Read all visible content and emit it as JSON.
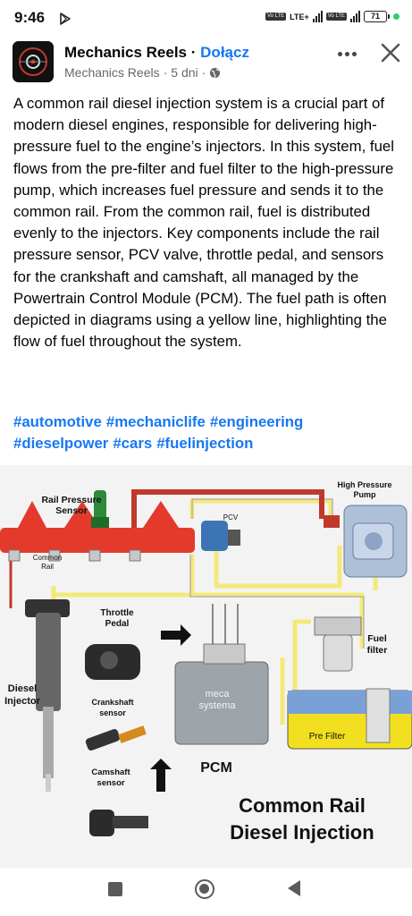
{
  "status_bar": {
    "time": "9:46",
    "lte_label": "LTE+",
    "volte_label": "Vo LTE",
    "battery": "71"
  },
  "post": {
    "page_name": "Mechanics Reels",
    "separator": "·",
    "join_label": "Dołącz",
    "author": "Mechanics Reels",
    "time_ago": "5 dni",
    "body": "A common rail diesel injection system is a crucial part of modern diesel engines, responsible for delivering high-pressure fuel to the engine’s injectors. In this system, fuel flows from the pre-filter and fuel filter to the high-pressure pump, which increases fuel pressure and sends it to the common rail. From the common rail, fuel is distributed evenly to the injectors. Key components include the rail pressure sensor, PCV valve, throttle pedal, and sensors for the crankshaft and camshaft, all managed by the Powertrain Control Module (PCM). The fuel path is often depicted in diagrams using a yellow line, highlighting the flow of fuel throughout the system.",
    "hashtags": [
      "#automotive",
      "#mechaniclife",
      "#engineering",
      "#dieselpower",
      "#cars",
      "#fuelinjection"
    ]
  },
  "diagram": {
    "rail_pressure_sensor": "Rail Pressure Sensor",
    "common_rail": "Common Rail",
    "pcv": "PCV",
    "high_pressure_pump": "High Pressure Pump",
    "throttle_pedal": "Throttle Pedal",
    "fuel_filter": "Fuel filter",
    "diesel_injector": "Diesel Injector",
    "crankshaft_sensor": "Crankshaft sensor",
    "ecu_brand": "meca systema",
    "pcm": "PCM",
    "pre_filter": "Pre Filter",
    "camshaft_sensor": "Camshaft sensor",
    "title_line1": "Common Rail",
    "title_line2": "Diesel Injection"
  },
  "icons": {
    "play_store": "play-store-icon",
    "globe": "globe-icon",
    "more": "more-icon",
    "close": "close-icon"
  },
  "colors": {
    "link_blue": "#1877f2",
    "rail_red": "#e33a2c",
    "fuel_yellow": "#f3e97a",
    "tank_yellow": "#f2e020",
    "tank_blue": "#7aa0d8"
  }
}
